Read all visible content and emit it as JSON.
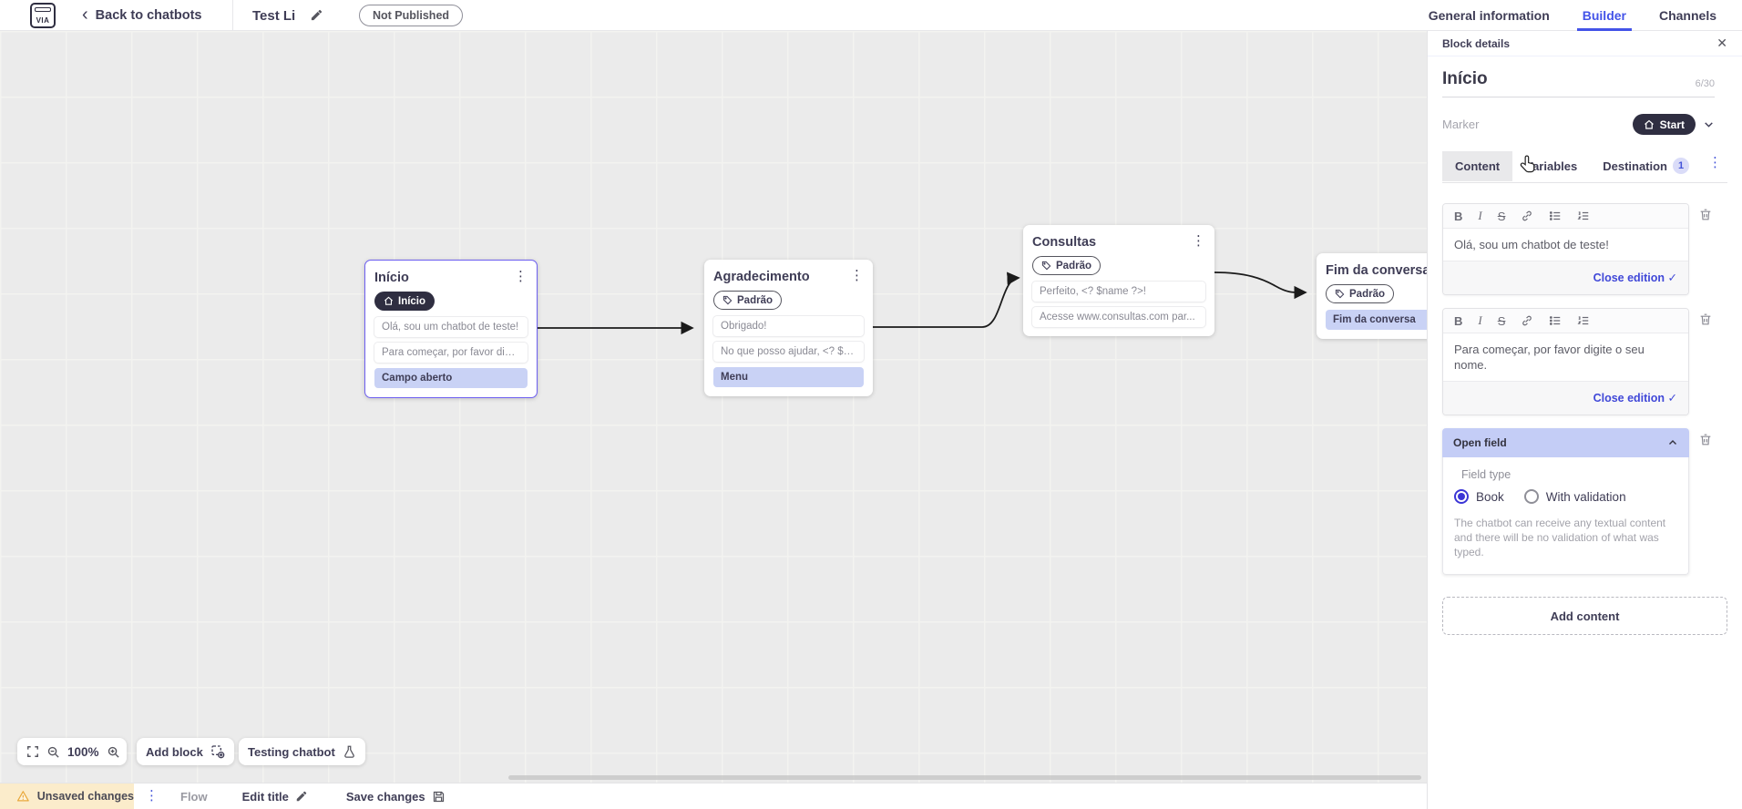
{
  "header": {
    "logo_text": "VIA",
    "back_label": "Back to chatbots",
    "chatbot_title": "Test Li",
    "status_badge": "Not Published",
    "tabs": [
      {
        "label": "General information"
      },
      {
        "label": "Builder"
      },
      {
        "label": "Channels"
      }
    ]
  },
  "canvas": {
    "blocks": [
      {
        "title": "Início",
        "marker": "Início",
        "rows": [
          {
            "text": "Olá, sou um chatbot de teste!"
          },
          {
            "text": "Para começar, por favor digite o ..."
          },
          {
            "text": "Campo aberto"
          }
        ]
      },
      {
        "title": "Agradecimento",
        "tag": "Padrão",
        "rows": [
          {
            "text": "Obrigado!"
          },
          {
            "text": "No que posso ajudar, <? $name ..."
          },
          {
            "text": "Menu"
          }
        ]
      },
      {
        "title": "Consultas",
        "tag": "Padrão",
        "rows": [
          {
            "text": "Perfeito, <? $name ?>!"
          },
          {
            "text": "Acesse www.consultas.com par..."
          }
        ]
      },
      {
        "title": "Fim da conversa",
        "tag": "Padrão",
        "rows": [
          {
            "text": "Fim da conversa"
          }
        ]
      }
    ],
    "controls": {
      "zoom_level": "100%",
      "add_block": "Add block",
      "testing_chatbot": "Testing chatbot"
    }
  },
  "statusbar": {
    "unsaved": "Unsaved changes",
    "flow": "Flow",
    "edit_title": "Edit title",
    "save_changes": "Save changes"
  },
  "panel": {
    "header": "Block details",
    "block_name": "Início",
    "char_count": "6/30",
    "marker_label": "Marker",
    "marker_value": "Start",
    "tabs": {
      "content": "Content",
      "variables": "Variables",
      "destination": "Destination",
      "destination_badge": "1"
    },
    "editors": [
      {
        "text": "Olá, sou um chatbot de teste!",
        "action": "Close edition"
      },
      {
        "text": "Para começar, por favor digite o seu nome.",
        "action": "Close edition"
      }
    ],
    "open_field": {
      "title": "Open field",
      "field_type_label": "Field type",
      "option_book": "Book",
      "option_validation": "With validation",
      "description": "The chatbot can receive any textual content and there will be no validation of what was typed."
    },
    "add_content": "Add content"
  },
  "colors": {
    "accent_blue": "#4353d8",
    "selected_border": "#6d5ff0",
    "highlight_row": "#c9d2f5",
    "marker_dark": "#2f2e41",
    "open_field_header": "#c4cdf6",
    "warning_bg": "#fbeccb",
    "warning_icon": "#e9a93c",
    "canvas_bg": "#ebebeb"
  }
}
